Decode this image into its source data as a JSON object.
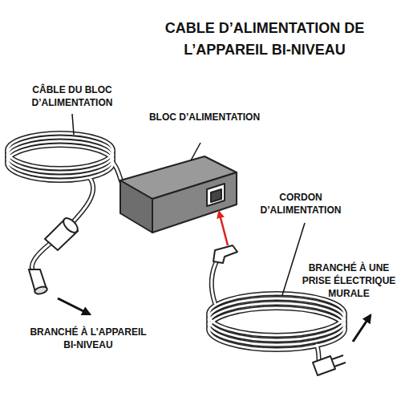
{
  "diagram": {
    "title": "CABLE D’ALIMENTATION DE L’APPAREIL BI-NIVEAU",
    "labels": [
      "CÂBLE DU BLOC D’ALIMENTATION",
      "BLOC D’ALIMENTATION",
      "CORDON D’ALIMENTATION",
      "BRANCHÉ À L’APPAREIL BI-NIVEAU",
      "BRANCHÉ À UNE PRISE ÉLECTRIQUE MURALE"
    ]
  }
}
